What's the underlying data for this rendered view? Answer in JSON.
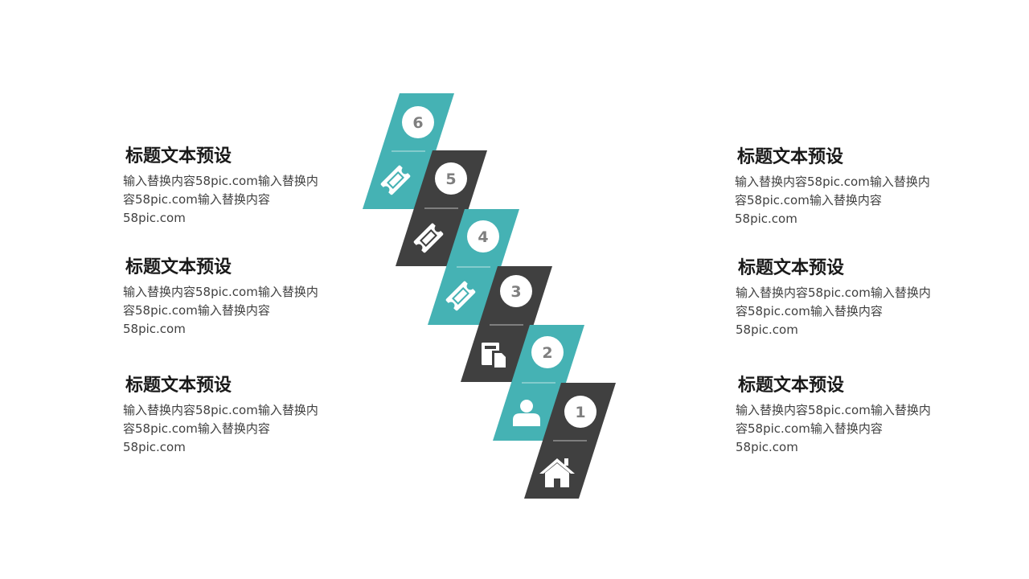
{
  "left_blocks": [
    {
      "title": "标题文本预设",
      "body": "输入替换内容58pic.com输入替换内容58pic.com输入替换内容58pic.com"
    },
    {
      "title": "标题文本预设",
      "body": "输入替换内容58pic.com输入替换内容58pic.com输入替换内容58pic.com"
    },
    {
      "title": "标题文本预设",
      "body": "输入替换内容58pic.com输入替换内容58pic.com输入替换内容58pic.com"
    }
  ],
  "right_blocks": [
    {
      "title": "标题文本预设",
      "body": "输入替换内容58pic.com输入替换内容58pic.com输入替换内容58pic.com"
    },
    {
      "title": "标题文本预设",
      "body": "输入替换内容58pic.com输入替换内容58pic.com输入替换内容58pic.com"
    },
    {
      "title": "标题文本预设",
      "body": "输入替换内容58pic.com输入替换内容58pic.com输入替换内容58pic.com"
    }
  ],
  "steps": [
    {
      "number": "1",
      "icon": "home-icon",
      "color": "#404040"
    },
    {
      "number": "2",
      "icon": "user-icon",
      "color": "#45b2b4"
    },
    {
      "number": "3",
      "icon": "document-icon",
      "color": "#404040"
    },
    {
      "number": "4",
      "icon": "ticket-icon",
      "color": "#45b2b4"
    },
    {
      "number": "5",
      "icon": "ticket-icon",
      "color": "#404040"
    },
    {
      "number": "6",
      "icon": "ticket-icon",
      "color": "#45b2b4"
    }
  ],
  "colors": {
    "teal": "#45b2b4",
    "dark": "#404040",
    "title_text": "#1a1a1a",
    "body_text": "#404040",
    "background": "#ffffff"
  }
}
